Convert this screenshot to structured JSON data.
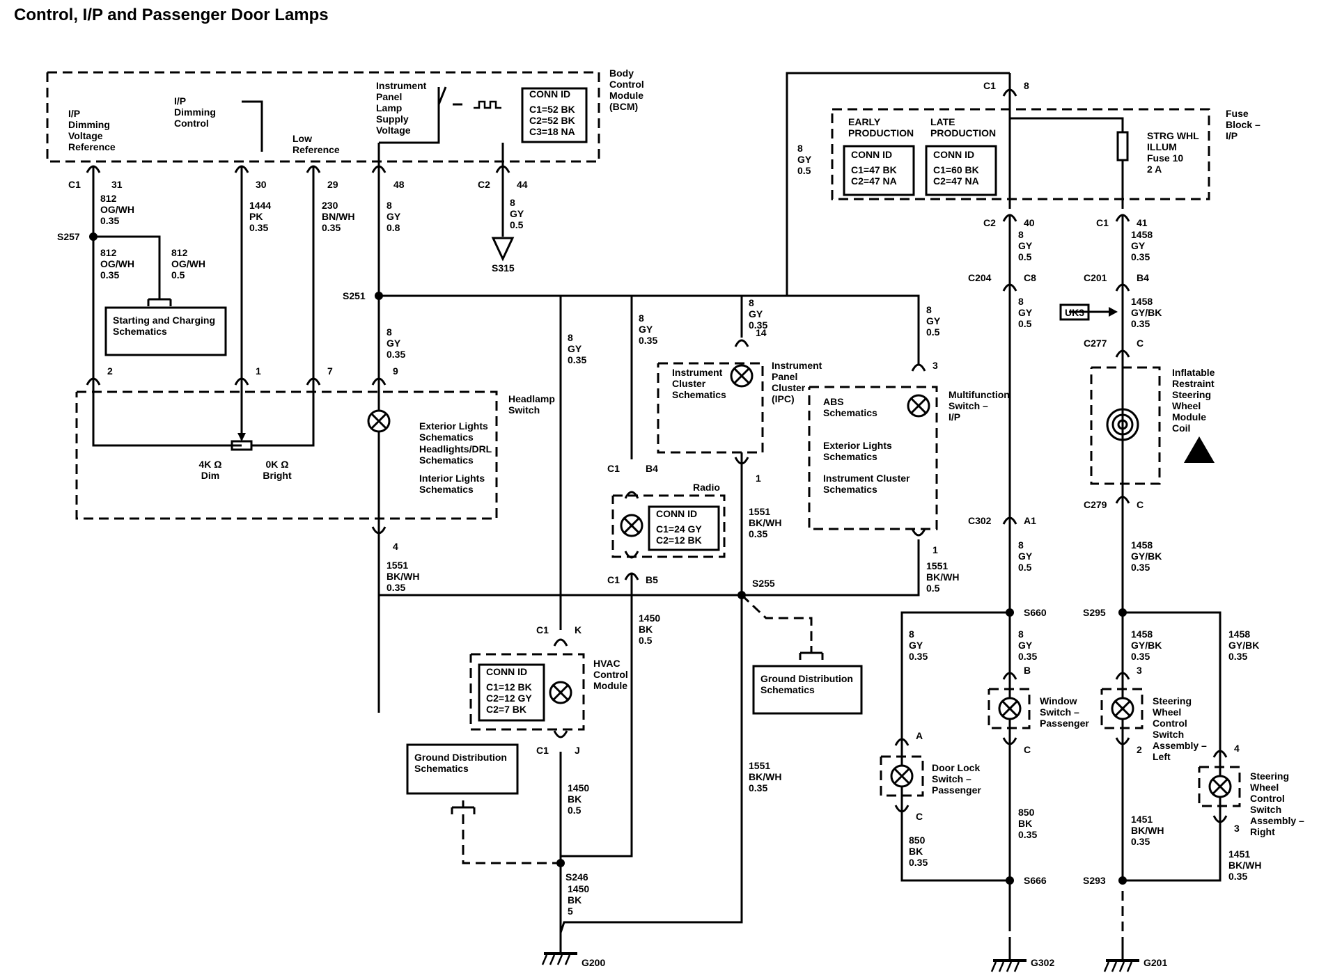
{
  "title": "Control, I/P and Passenger Door Lamps",
  "bcm": {
    "label": [
      "Body",
      "Control",
      "Module",
      "(BCM)"
    ],
    "conn_id": {
      "header": "CONN ID",
      "lines": [
        "C1=52 BK",
        "C2=52 BK",
        "C3=18 NA"
      ]
    },
    "lamp_supply": [
      "Instrument",
      "Panel",
      "Lamp",
      "Supply",
      "Voltage"
    ],
    "dim_ref": [
      "I/P",
      "Dimming",
      "Voltage",
      "Reference"
    ],
    "dim_ctrl": [
      "I/P",
      "Dimming",
      "Control"
    ],
    "low_ref": [
      "Low",
      "Reference"
    ]
  },
  "fuse_block": {
    "label": [
      "Fuse",
      "Block –",
      "I/P"
    ],
    "early": [
      "EARLY",
      "PRODUCTION"
    ],
    "late": [
      "LATE",
      "PRODUCTION"
    ],
    "early_conn": {
      "header": "CONN ID",
      "lines": [
        "C1=47 BK",
        "C2=47 NA"
      ]
    },
    "late_conn": {
      "header": "CONN ID",
      "lines": [
        "C1=60 BK",
        "C2=47 NA"
      ]
    },
    "fuse": [
      "STRG WHL",
      "ILLUM",
      "Fuse 10",
      "2 A"
    ]
  },
  "components": {
    "headlamp_switch": [
      "Headlamp",
      "Switch"
    ],
    "ext_lights": [
      "Exterior Lights",
      "Schematics"
    ],
    "headlights_drl": [
      "Headlights/DRL",
      "Schematics"
    ],
    "int_lights": [
      "Interior Lights",
      "Schematics"
    ],
    "dim_label": [
      "4K Ω",
      "Dim"
    ],
    "bright_label": [
      "0K Ω",
      "Bright"
    ],
    "ipc": [
      "Instrument",
      "Panel",
      "Cluster",
      "(IPC)"
    ],
    "ic_sch": [
      "Instrument",
      "Cluster",
      "Schematics"
    ],
    "mfs": [
      "Multifunction",
      "Switch –",
      "I/P"
    ],
    "abs_sch": [
      "ABS",
      "Schematics"
    ],
    "ext_sch": [
      "Exterior Lights",
      "Schematics"
    ],
    "ic_sch2": [
      "Instrument Cluster",
      "Schematics"
    ],
    "radio": "Radio",
    "radio_conn": {
      "header": "CONN ID",
      "lines": [
        "C1=24 GY",
        "C2=12 BK"
      ]
    },
    "hvac": [
      "HVAC",
      "Control",
      "Module"
    ],
    "hvac_conn": {
      "header": "CONN ID",
      "lines": [
        "C1=12 BK",
        "C2=12 GY",
        "C2=7 BK"
      ]
    },
    "start_charge": [
      "Starting and Charging",
      "Schematics"
    ],
    "gnd_dist1": [
      "Ground Distribution",
      "Schematics"
    ],
    "gnd_dist2": [
      "Ground Distribution",
      "Schematics"
    ],
    "coil": [
      "Inflatable",
      "Restraint",
      "Steering",
      "Wheel",
      "Module",
      "Coil"
    ],
    "window_sw": [
      "Window",
      "Switch –",
      "Passenger"
    ],
    "door_lock": [
      "Door Lock",
      "Switch –",
      "Passenger"
    ],
    "swc_left": [
      "Steering",
      "Wheel",
      "Control",
      "Switch",
      "Assembly –",
      "Left"
    ],
    "swc_right": [
      "Steering",
      "Wheel",
      "Control",
      "Switch",
      "Assembly –",
      "Right"
    ],
    "uk3": "UK3"
  },
  "connectors": {
    "c1_31": [
      "C1",
      "31"
    ],
    "p30": "30",
    "p29": "29",
    "p48": "48",
    "c2_44": [
      "C2",
      "44"
    ],
    "hs2": "2",
    "hs1": "1",
    "hs7": "7",
    "hs9": "9",
    "hs4": "4",
    "ipc14": "14",
    "ipc1": "1",
    "mfs3": "3",
    "mfs1": "1",
    "rad_c1b4": [
      "C1",
      "B4"
    ],
    "rad_c1b5": [
      "C1",
      "B5"
    ],
    "hv_c1k": [
      "C1",
      "K"
    ],
    "hv_c1j": [
      "C1",
      "J"
    ],
    "fb_c1_8": [
      "C1",
      "8"
    ],
    "fb_c2_40": [
      "C2",
      "40"
    ],
    "fb_c1_41": [
      "C1",
      "41"
    ],
    "c204": [
      "C204",
      "C8"
    ],
    "c201": [
      "C201",
      "B4"
    ],
    "c277": [
      "C277",
      "C"
    ],
    "c279": [
      "C279",
      "C"
    ],
    "c302": [
      "C302",
      "A1"
    ],
    "ws_b": "B",
    "ws_c": "C",
    "dl_a": "A",
    "dl_c": "C",
    "swl3": "3",
    "swl2": "2",
    "swr4": "4",
    "swr3": "3"
  },
  "splices": {
    "s257": "S257",
    "s251": "S251",
    "s255": "S255",
    "s246": "S246",
    "s660": "S660",
    "s666": "S666",
    "s295": "S295",
    "s293": "S293",
    "s315": "S315"
  },
  "grounds": {
    "g200": "G200",
    "g302": "G302",
    "g201": "G201"
  },
  "wires": {
    "w812a": [
      "812",
      "OG/WH",
      "0.35"
    ],
    "w812b": [
      "812",
      "OG/WH",
      "0.35"
    ],
    "w812c": [
      "812",
      "OG/WH",
      "0.5"
    ],
    "w1444": [
      "1444",
      "PK",
      "0.35"
    ],
    "w230": [
      "230",
      "BN/WH",
      "0.35"
    ],
    "w8_08": [
      "8",
      "GY",
      "0.8"
    ],
    "w8_05a": [
      "8",
      "GY",
      "0.5"
    ],
    "w8_05top": [
      "8",
      "GY",
      "0.5"
    ],
    "w8_035hs": [
      "8",
      "GY",
      "0.35"
    ],
    "w8_035hv": [
      "8",
      "GY",
      "0.35"
    ],
    "w8_035rad": [
      "8",
      "GY",
      "0.35"
    ],
    "w8_035ipc": [
      "8",
      "GY",
      "0.35"
    ],
    "w8_05mfs": [
      "8",
      "GY",
      "0.5"
    ],
    "w1551a": [
      "1551",
      "BK/WH",
      "0.35"
    ],
    "w1551b": [
      "1551",
      "BK/WH",
      "0.35"
    ],
    "w1551c": [
      "1551",
      "BK/WH",
      "0.5"
    ],
    "w1551d": [
      "1551",
      "BK/WH",
      "0.35"
    ],
    "w1450a": [
      "1450",
      "BK",
      "0.5"
    ],
    "w1450b": [
      "1450",
      "BK",
      "0.5"
    ],
    "w1450c": [
      "1450",
      "BK",
      "5"
    ],
    "w8_05c2": [
      "8",
      "GY",
      "0.5"
    ],
    "w8_05c204": [
      "8",
      "GY",
      "0.5"
    ],
    "w8_05c302": [
      "8",
      "GY",
      "0.5"
    ],
    "w8_035dl": [
      "8",
      "GY",
      "0.35"
    ],
    "w8_035ws": [
      "8",
      "GY",
      "0.35"
    ],
    "w850a": [
      "850",
      "BK",
      "0.35"
    ],
    "w850b": [
      "850",
      "BK",
      "0.35"
    ],
    "w1458a": [
      "1458",
      "GY",
      "0.35"
    ],
    "w1458b": [
      "1458",
      "GY/BK",
      "0.35"
    ],
    "w1458c": [
      "1458",
      "GY/BK",
      "0.35"
    ],
    "w1458d": [
      "1458",
      "GY/BK",
      "0.35"
    ],
    "w1458e": [
      "1458",
      "GY/BK",
      "0.35"
    ],
    "w1451a": [
      "1451",
      "BK/WH",
      "0.35"
    ],
    "w1451b": [
      "1451",
      "BK/WH",
      "0.35"
    ]
  }
}
